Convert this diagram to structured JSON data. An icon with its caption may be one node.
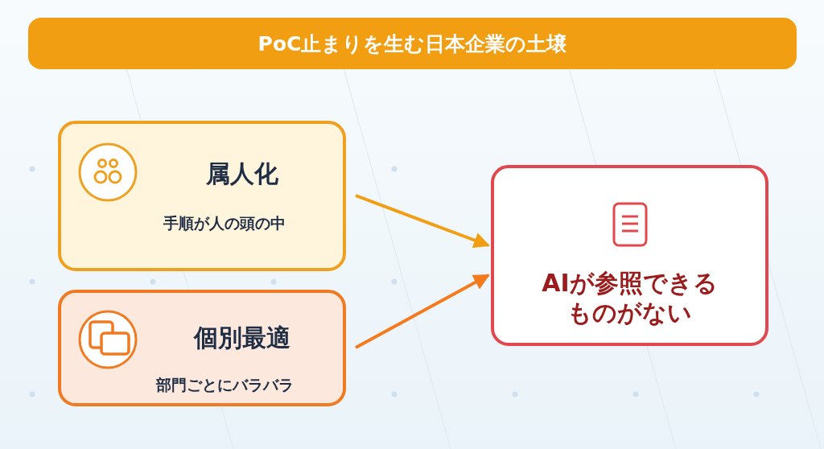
{
  "diagram": {
    "title": "PoC止まりを生む日本企業の土壌",
    "nodes": [
      {
        "text": [
          "属人化",
          "手順が人の頭の中"
        ]
      },
      {
        "text": [
          "個別最適",
          "部門ごとにバラバラ"
        ]
      },
      {
        "text": [
          "AIが参照できるものがない"
        ]
      }
    ],
    "edges": [
      {
        "from": 0,
        "to": 2,
        "arrow": "to",
        "color": "#f29e12"
      },
      {
        "from": 1,
        "to": 2,
        "arrow": "to",
        "color": "#f57a1c"
      }
    ]
  }
}
